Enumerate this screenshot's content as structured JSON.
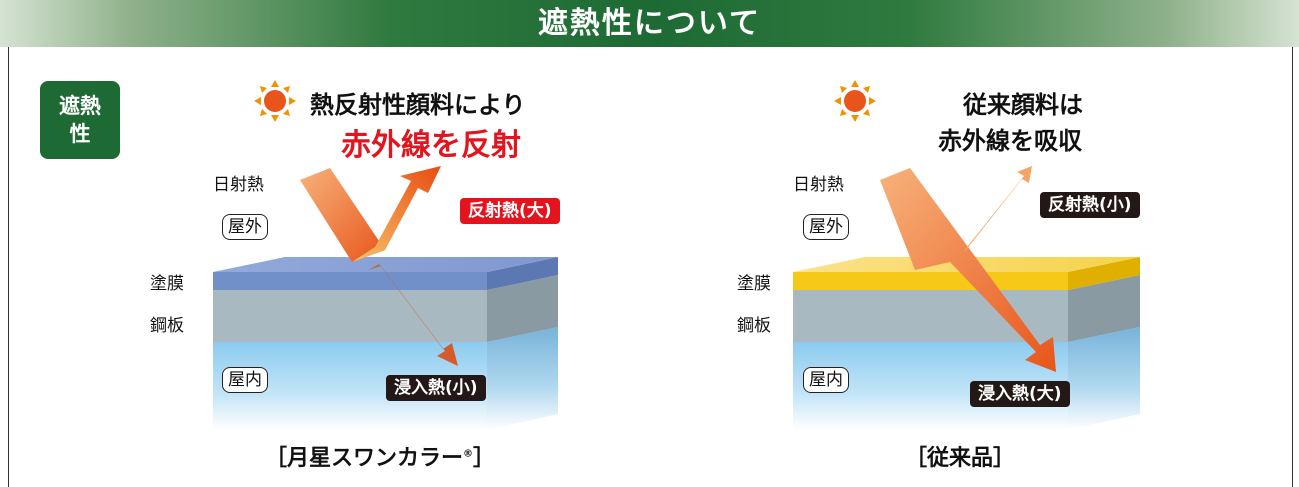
{
  "header": {
    "title": "遮熱性について"
  },
  "badge": {
    "line1": "遮熱",
    "line2": "性"
  },
  "left": {
    "headline_line1": "熱反射性顔料により",
    "headline_line2": "赤外線を反射",
    "solar_label": "日射熱",
    "outdoor_label": "屋外",
    "coating_label": "塗膜",
    "steel_label": "鋼板",
    "indoor_label": "屋内",
    "reflected_label": "反射熱(大)",
    "penetrating_label": "浸入熱(小)",
    "caption_open": "［月星スワンカラー",
    "caption_reg": "®",
    "caption_close": "］"
  },
  "right": {
    "headline_line1": "従来顔料は",
    "headline_line2": "赤外線を吸収",
    "solar_label": "日射熱",
    "outdoor_label": "屋外",
    "coating_label": "塗膜",
    "steel_label": "鋼板",
    "indoor_label": "屋内",
    "reflected_label": "反射熱(小)",
    "penetrating_label": "浸入熱(大)",
    "caption": "［従来品］"
  },
  "colors": {
    "header_green": "#1d6a34",
    "accent_red": "#e3141e",
    "dark_tag": "#231815",
    "coating_blue": "#7f98cf",
    "coating_yellow": "#f6c817",
    "steel_gray": "#a9b9c1",
    "indoor_blue": "#a3d5f1",
    "arrow_orange": "#ee6a1a"
  }
}
